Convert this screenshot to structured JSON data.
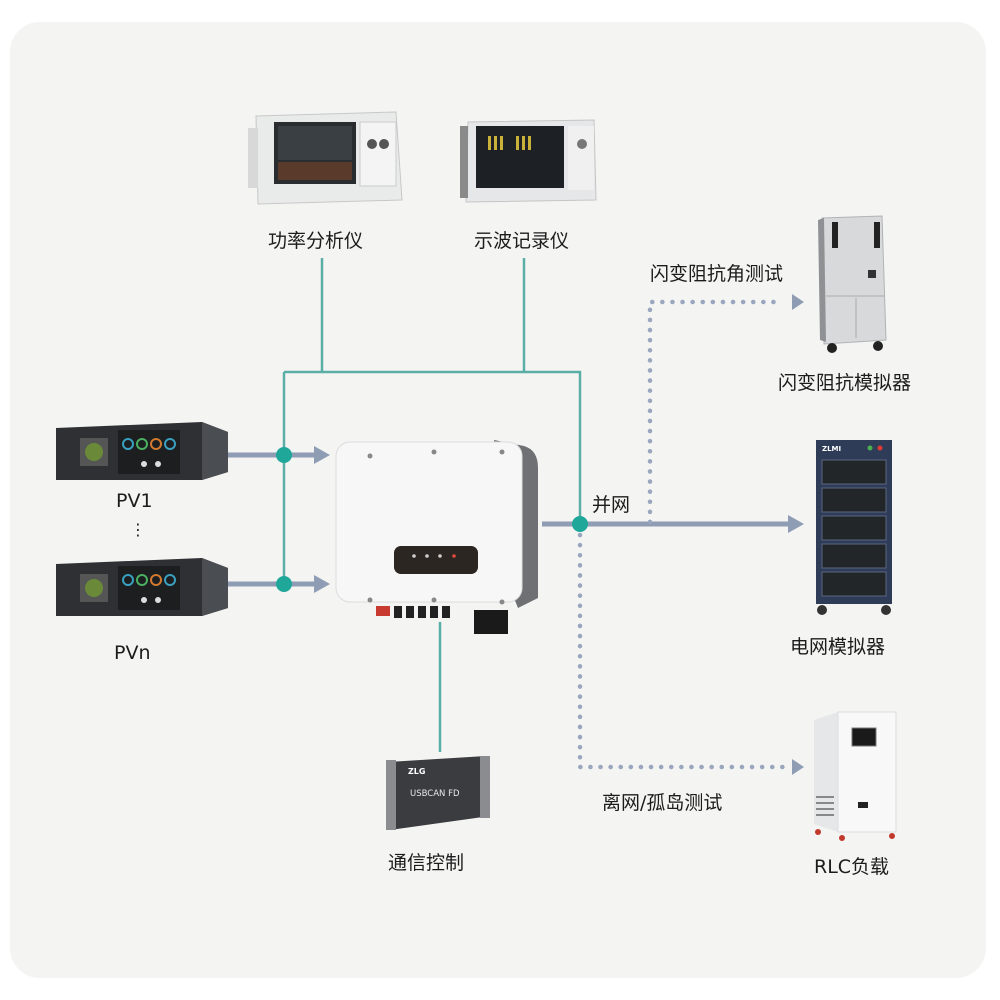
{
  "diagram": {
    "colors": {
      "teal_line": "#5aaea6",
      "node_fill": "#1fa89a",
      "arrow_line": "#8e9db3",
      "dotted_line": "#9aa6bd",
      "background": "#f4f4f3"
    },
    "nodes": {
      "power_analyzer": {
        "label": "功率分析仪",
        "icon": "power-analyzer-instrument"
      },
      "oscilloscope": {
        "label": "示波记录仪",
        "icon": "oscilloscope-recorder"
      },
      "pv1": {
        "label": "PV1",
        "icon": "pv-simulator-rack"
      },
      "pv_ellipsis": {
        "label": "⋮"
      },
      "pvn": {
        "label": "PVn",
        "icon": "pv-simulator-rack"
      },
      "inverter": {
        "label": "",
        "icon": "pv-inverter"
      },
      "comm_control": {
        "label": "通信控制",
        "icon": "usbcan-fd-interface",
        "device_text": "USBCAN FD",
        "brand": "ZLG"
      },
      "impedance_simulator": {
        "label": "闪变阻抗模拟器",
        "icon": "impedance-simulator-cabinet"
      },
      "grid_simulator": {
        "label": "电网模拟器",
        "icon": "grid-simulator-rack",
        "brand": "ZLMI"
      },
      "rlc_load": {
        "label": "RLC负载",
        "icon": "rlc-load-cabinet"
      }
    },
    "edges": {
      "impedance_test": {
        "label": "闪变阻抗角测试",
        "style": "dotted"
      },
      "grid_tie": {
        "label": "并网",
        "style": "solid"
      },
      "off_grid_test": {
        "label": "离网/孤岛测试",
        "style": "dotted"
      }
    }
  }
}
